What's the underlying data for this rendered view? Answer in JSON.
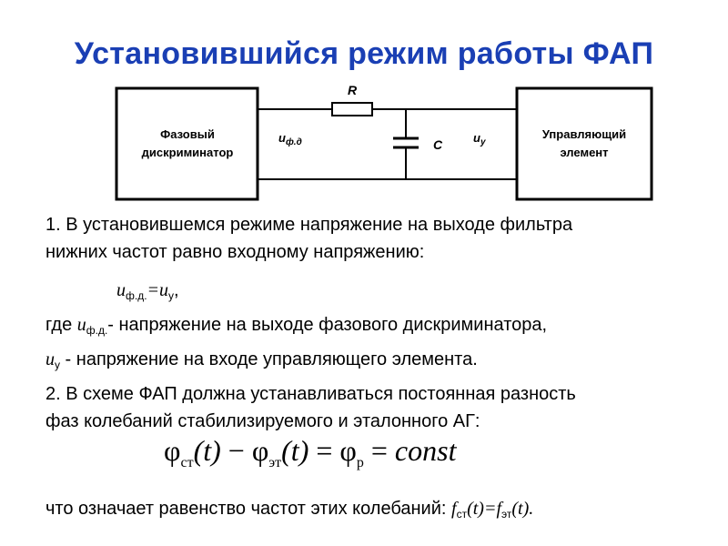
{
  "title": "Установившийся режим работы ФАП",
  "diagram": {
    "block_left_line1": "Фазовый",
    "block_left_line2": "дискриминатор",
    "block_right_line1": "Управляющий",
    "block_right_line2": "элемент",
    "resistor_label": "R",
    "capacitor_label": "C",
    "label_u_left": "u",
    "label_u_left_sub": "ф.д",
    "label_u_right": "u",
    "label_u_right_sub": "у"
  },
  "text": {
    "p1_line1": "1. В установившемся режиме напряжение на выходе фильтра",
    "p1_line2": "нижних частот равно входному напряжению:",
    "eq1_u1": "u",
    "eq1_sub1": "ф.д.",
    "eq1_mid": "=u",
    "eq1_sub2": "у",
    "eq1_end": ",",
    "where_pre": "где ",
    "where_u": "u",
    "where_sub": "ф.д.",
    "where_rest": "- напряжение на выходе фазового дискриминатора,",
    "uy_u": "u",
    "uy_sub": "у",
    "uy_rest": " - напряжение на входе управляющего элемента.",
    "p2_line1": "2. В схеме ФАП должна устанавливаться постоянная разность",
    "p2_line2": "фаз колебаний стабилизируемого и эталонного АГ:",
    "formula_phi1": "φ",
    "formula_sub1": "ст",
    "formula_t1": "(t)",
    "formula_minus": " − ",
    "formula_phi2": "φ",
    "formula_sub2": "эт",
    "formula_t2": "(t)",
    "formula_eq1": " = ",
    "formula_phi3": "φ",
    "formula_sub3": "р",
    "formula_eq2": " = ",
    "formula_const": "const",
    "last_pre": "что означает равенство частот этих колебаний: ",
    "last_f1": "f",
    "last_sub1": "ст",
    "last_t1": "(t)=",
    "last_f2": "f",
    "last_sub2": "эт",
    "last_t2": "(t)."
  }
}
